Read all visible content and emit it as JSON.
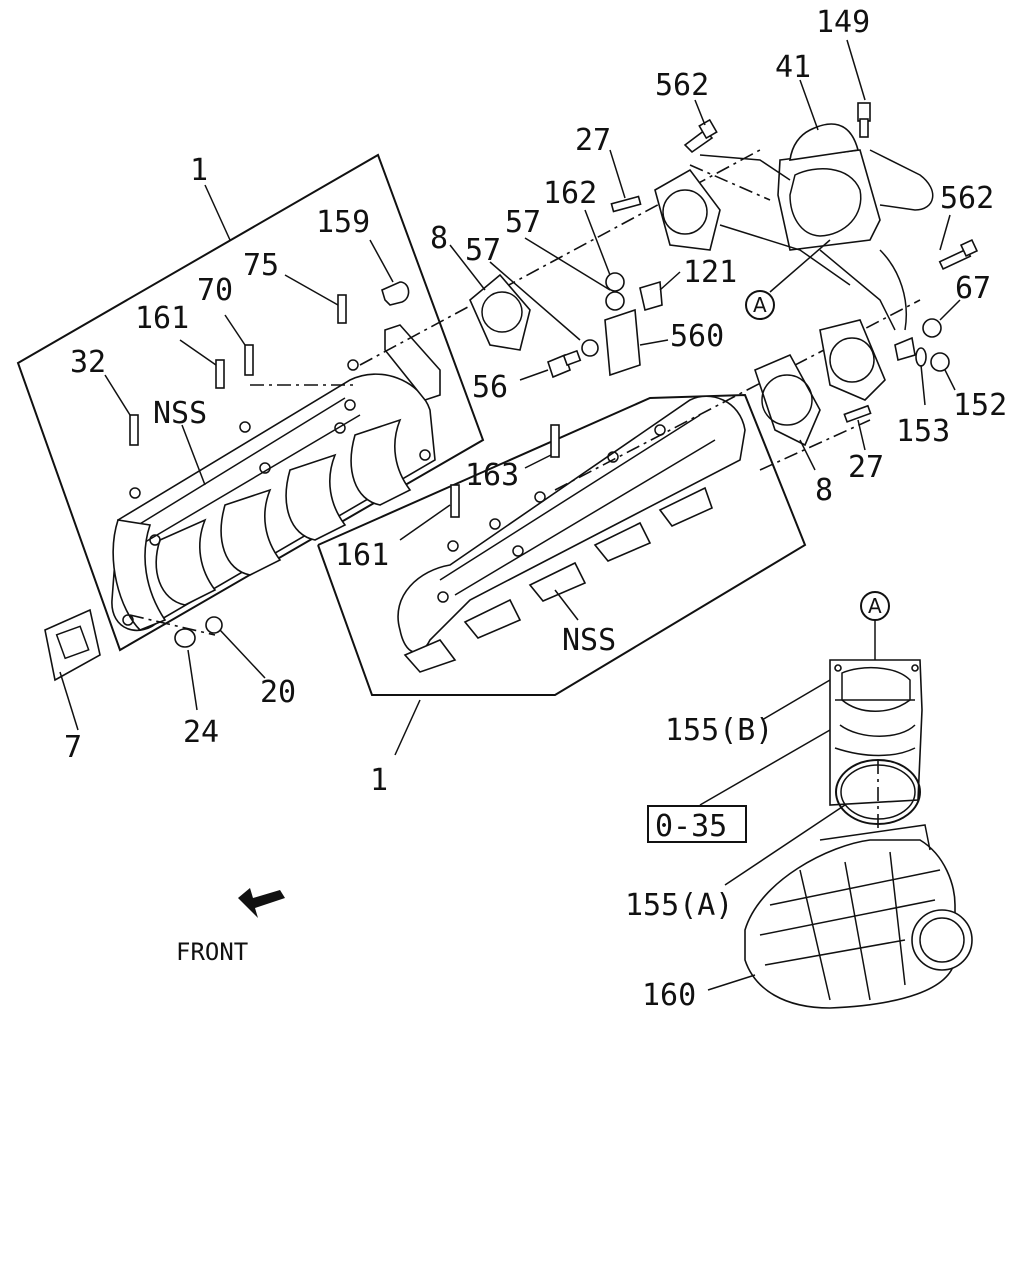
{
  "labels": {
    "p149": "149",
    "p41": "41",
    "p562a": "562",
    "p27a": "27",
    "p162": "162",
    "p562b": "562",
    "p1a": "1",
    "p159": "159",
    "p57a": "57",
    "p8a": "8",
    "p57b": "57",
    "p121": "121",
    "p67": "67",
    "p75": "75",
    "p70": "70",
    "p161a": "161",
    "p560": "560",
    "p32": "32",
    "pNSSa": "NSS",
    "p56": "56",
    "p152": "152",
    "p153": "153",
    "p163": "163",
    "p27b": "27",
    "p8b": "8",
    "p161b": "161",
    "pNSSb": "NSS",
    "p20": "20",
    "p24": "24",
    "p7": "7",
    "p1b": "1",
    "p155b": "155(B)",
    "p035": "0-35",
    "p155a": "155(A)",
    "p160": "160",
    "front": "FRONT",
    "refA1": "A",
    "refA2": "A"
  },
  "icons": {
    "front_arrow": "front-arrow-icon"
  }
}
